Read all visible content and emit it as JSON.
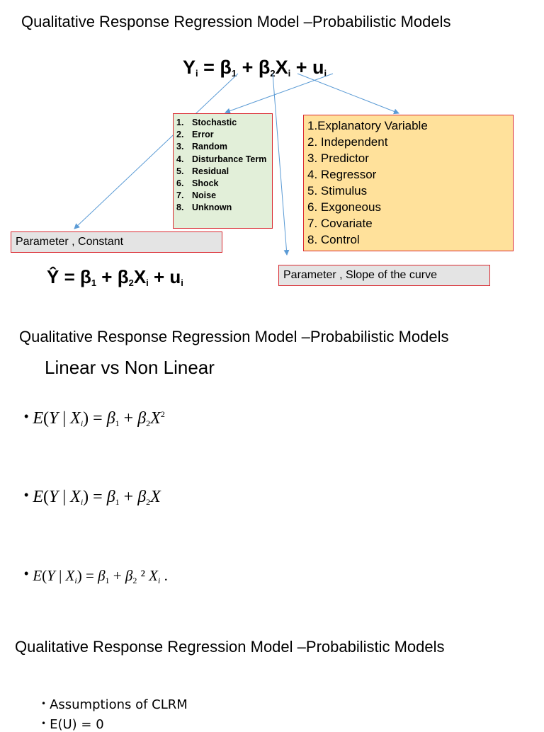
{
  "slides": [
    {
      "title": "Qualitative Response Regression Model –Probabilistic Models",
      "equation": {
        "lhs": "Y",
        "lhs_sub": "i",
        "eq": " = β",
        "b1_sub": "1",
        "plus1": " + β",
        "b2_sub": "2",
        "x": "X",
        "x_sub": "i",
        "plus2": " + u",
        "u_sub": "i"
      },
      "error_terms": [
        {
          "num": "1.",
          "text": "Stochastic"
        },
        {
          "num": "2.",
          "text": "Error"
        },
        {
          "num": "3.",
          "text": "Random"
        },
        {
          "num": "4.",
          "text": "Disturbance Term"
        },
        {
          "num": "5.",
          "text": "Residual"
        },
        {
          "num": "6.",
          "text": "Shock"
        },
        {
          "num": "7.",
          "text": "Noise"
        },
        {
          "num": "8.",
          "text": "Unknown"
        }
      ],
      "explanatory_terms": [
        "1.Explanatory Variable",
        "2. Independent",
        "3. Predictor",
        "4. Regressor",
        "5. Stimulus",
        "6. Exgoneous",
        "7. Covariate",
        "8. Control"
      ],
      "label_constant": "Parameter , Constant",
      "label_slope": "Parameter , Slope of the curve",
      "equation_hat": {
        "lhs": "Ŷ",
        "eq": " = β",
        "b1_sub": "1",
        "plus1": " + β",
        "b2_sub": "2",
        "x": "X",
        "x_sub": "i",
        "plus2": " + u",
        "u_sub": "i"
      }
    },
    {
      "title": "Qualitative Response Regression Model –Probabilistic Models",
      "subtitle": "Linear vs Non Linear",
      "bullet": "•",
      "f1": {
        "a": "E",
        "b": "(",
        "c": "Y",
        "d": " | ",
        "e": "X",
        "e_sub": "i",
        "f": ") = ",
        "g": "β",
        "g_sub": "1",
        "h": " + ",
        "i": "β",
        "i_sub": "2",
        "j": "X",
        "j_sup": "2"
      },
      "f2": {
        "a": "E",
        "b": "(",
        "c": "Y",
        "d": " | ",
        "e": "X",
        "e_sub": "i",
        "f": ") = ",
        "g": "β",
        "g_sub": "1",
        "h": " + ",
        "i": "β",
        "i_sub": "2",
        "j": "X"
      },
      "f3": {
        "a": "E",
        "b": "(",
        "c": "Y",
        "d": " | ",
        "e": "X",
        "e_sub": "i",
        "f": ") = ",
        "g": "β",
        "g_sub": "1",
        "h": " + ",
        "i": "β",
        "i_sub": "2",
        "k": " ² ",
        "j": "X",
        "j_sub": "i",
        "end": " ."
      }
    },
    {
      "title": "Qualitative Response Regression Model –Probabilistic Models",
      "bullets": [
        "Assumptions of CLRM",
        "E(U) = 0"
      ]
    }
  ]
}
